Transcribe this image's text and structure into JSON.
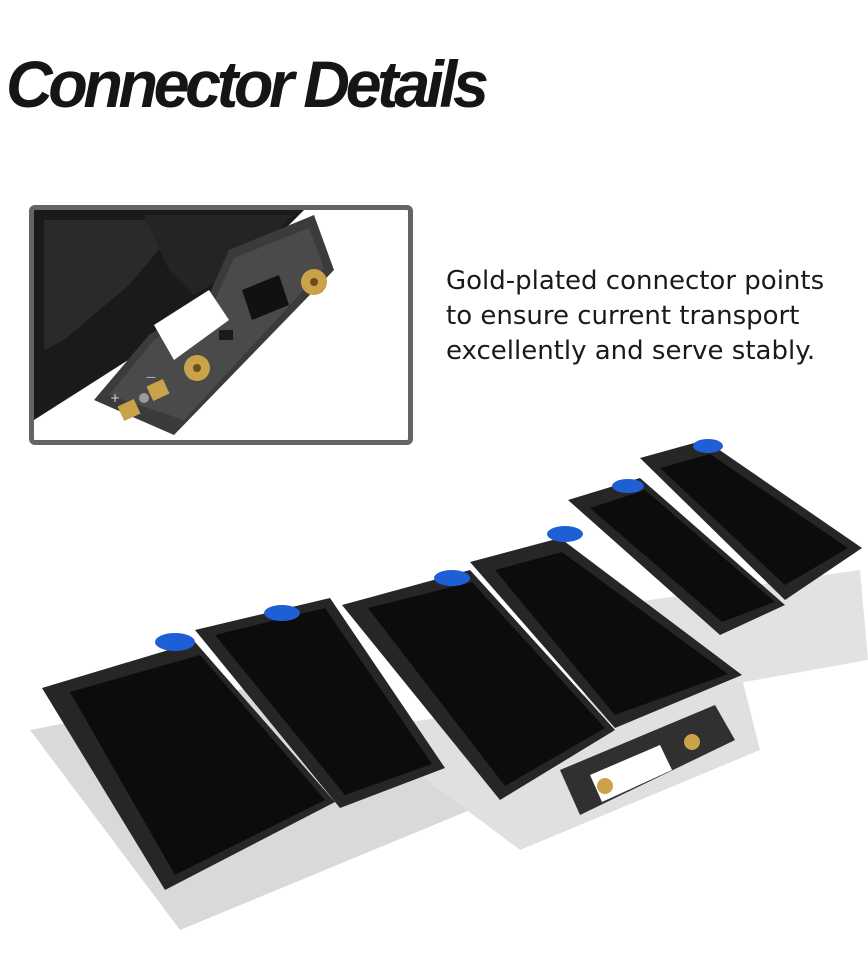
{
  "heading": "Connector Details",
  "description": {
    "lines": [
      "Gold-plated connector points",
      "to ensure current transport",
      "excellently and serve stably."
    ]
  },
  "pcb_marks": {
    "plus": "+",
    "minus": "—"
  },
  "colors": {
    "heading": "#151515",
    "inset_frame": "#646464",
    "cell_black": "#0c0c0c",
    "gold_pad": "#c9a24a",
    "blue_tab": "#1f5fd6"
  }
}
